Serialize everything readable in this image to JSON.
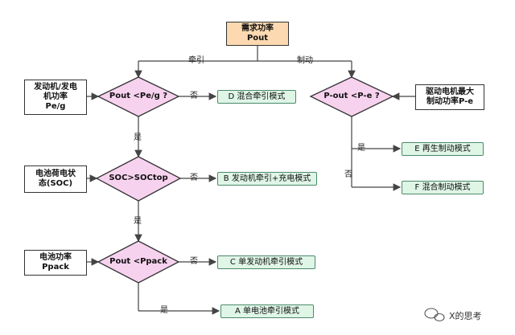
{
  "diagram": {
    "start": {
      "line1": "需求功率",
      "line2": "Pout"
    },
    "branch_labels": {
      "traction": "牵引",
      "braking": "制动"
    },
    "inputs": {
      "engine": {
        "line1": "发动机/发电",
        "line2": "机功率",
        "line3": "Pe/g"
      },
      "battery_soc": {
        "line1": "电池荷电状",
        "line2": "态(SOC)"
      },
      "battery_power": {
        "line1": "电池功率",
        "line2": "Ppack"
      },
      "motor_brake": {
        "line1": "驱动电机最大",
        "line2": "制动功率P-e"
      }
    },
    "decisions": {
      "d1": "Pout <Pe/g ?",
      "d2": "SOC>SOCtop",
      "d3": "Pout <Ppack",
      "d4": "P-out <P-e ?"
    },
    "edge_labels": {
      "no": "否",
      "yes": "是"
    },
    "modes": {
      "D": "D  混合牵引模式",
      "B": "B  发动机牵引+充电模式",
      "C": "C  单发动机牵引模式",
      "A": "A  单电池牵引模式",
      "E": "E  再生制动模式",
      "F": "F  混合制动模式"
    },
    "watermark": "X的思考",
    "colors": {
      "start_fill": "#fcd9b0",
      "diamond_fill": "#f7d2ef",
      "mode_fill": "#dff5e6",
      "mode_border": "#4a8a6a",
      "line": "#444444"
    }
  }
}
